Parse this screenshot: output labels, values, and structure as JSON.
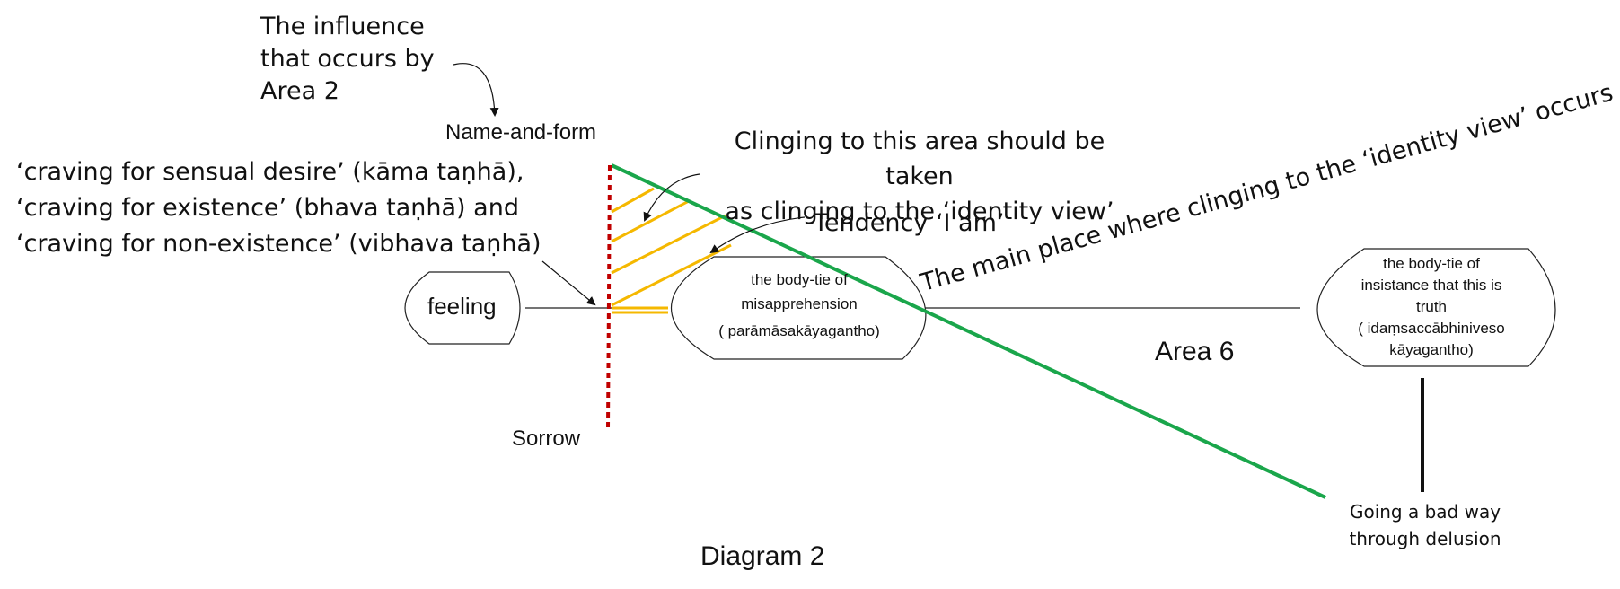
{
  "annotations": {
    "influence_note": "The influence\nthat occurs by\nArea 2",
    "name_and_form": "Name-and-form",
    "cravings": "‘craving for sensual desire’ (kāma taṇhā),\n‘craving for existence’ (bhava taṇhā) and\n‘craving for non-existence’ (vibhava taṇhā)",
    "clinging_area": "Clinging to this area should be taken\nas clinging to the ‘identity view’",
    "tendency": "Tendency ‘I am’",
    "main_place": "The main place where clinging to the ‘identity view’ occurs",
    "sorrow": "Sorrow",
    "area": "Area 6",
    "bad_way": "Going a bad way\nthrough delusion",
    "caption": "Diagram 2"
  },
  "nodes": {
    "feeling": "feeling",
    "misapprehension_line1": "the body-tie of",
    "misapprehension_line2": "misapprehension",
    "misapprehension_pali": "( parāmāsakāyagantho)",
    "insistence": "the body-tie of\ninsistance that this is\ntruth\n( idaṃsaccābhiniveso\nkāyagantho)"
  },
  "colors": {
    "identity_line": "#1aa64b",
    "sorrow_line": "#c00000",
    "hatch": "#f5b800",
    "stroke": "#222222"
  }
}
